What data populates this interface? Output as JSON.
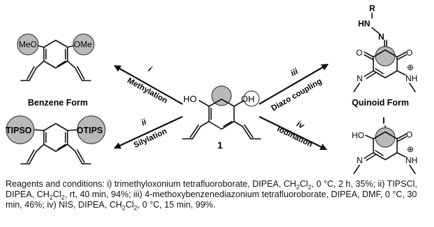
{
  "center": {
    "compound_number": "1",
    "oh_left": "HO",
    "oh_right": "OH"
  },
  "reactions": [
    {
      "roman": "i",
      "label": "Methylation"
    },
    {
      "roman": "ii",
      "label": "Silylation"
    },
    {
      "roman": "iii",
      "label": "Diazo coupling"
    },
    {
      "roman": "iv",
      "label": "Iodination"
    }
  ],
  "products": {
    "benzene_form": {
      "caption": "Benzene Form",
      "left_group": "MeO",
      "right_group": "OMe"
    },
    "silylated": {
      "left_group": "TIPSO",
      "right_group": "OTIPS"
    },
    "quinoid_form": {
      "caption": "Quinoid Form",
      "r_label": "R",
      "hn_label": "HN",
      "n_label": "N",
      "o_left": "O",
      "o_right": "O",
      "nh_label": "NH",
      "charge": "⊕"
    },
    "iodinated": {
      "i_label": "I",
      "ho_label": "HO",
      "o_label": "O",
      "nh_label": "NH",
      "charge": "⊕"
    }
  },
  "caption": {
    "p1": "Reagents and conditions: i) trimethyloxonium tetrafluoroborate, DIPEA, CH",
    "p2": "Cl",
    "p3": ", 0 °C, 2 h, 35%; ii) TIPSCl, DIPEA, CH",
    "p4": "Cl",
    "p5": ", rt, 40 min, 94%; iii) 4-methoxybenzenediazonium tetrafluoroborate, DIPEA, DMF, 0 °C, 30 min, 46%; iv) NIS, DIPEA, CH",
    "p6": "Cl",
    "p7": ", 0 °C, 15 min, 99%.",
    "sub": "2"
  }
}
